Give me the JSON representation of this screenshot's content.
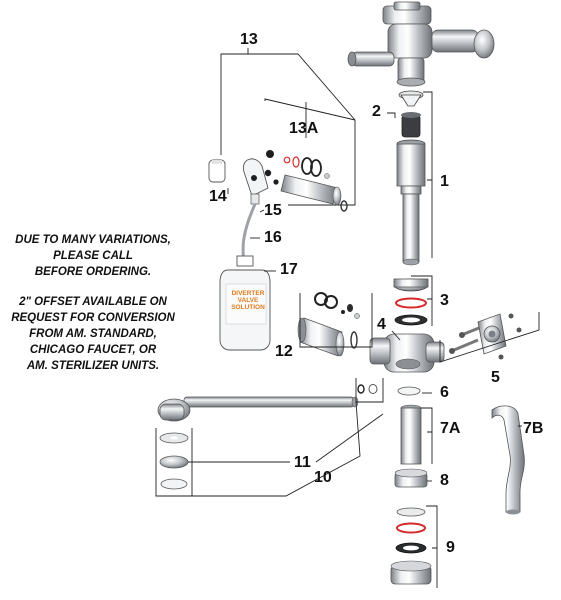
{
  "callouts": {
    "c1": "1",
    "c2": "2",
    "c3": "3",
    "c4": "4",
    "c5": "5",
    "c6": "6",
    "c7a": "7A",
    "c7b": "7B",
    "c8": "8",
    "c9": "9",
    "c10": "10",
    "c11": "11",
    "c12": "12",
    "c13": "13",
    "c13a": "13A",
    "c14": "14",
    "c15": "15",
    "c16": "16",
    "c17": "17"
  },
  "notes": {
    "variations": [
      "DUE TO MANY VARIATIONS,",
      "PLEASE CALL",
      "BEFORE ORDERING."
    ],
    "offset": [
      "2\" OFFSET AVAILABLE ON",
      "REQUEST FOR CONVERSION",
      "FROM AM. STANDARD,",
      "CHICAGO FAUCET, OR",
      "AM. STERILIZER UNITS."
    ]
  },
  "bottle_label": [
    "DIVERTER",
    "VALVE",
    "SOLUTION"
  ],
  "colors": {
    "chrome": "#c9ccd0",
    "seal_red": "#d42a2a",
    "label_orange": "#e07a1e",
    "line": "#222222"
  }
}
